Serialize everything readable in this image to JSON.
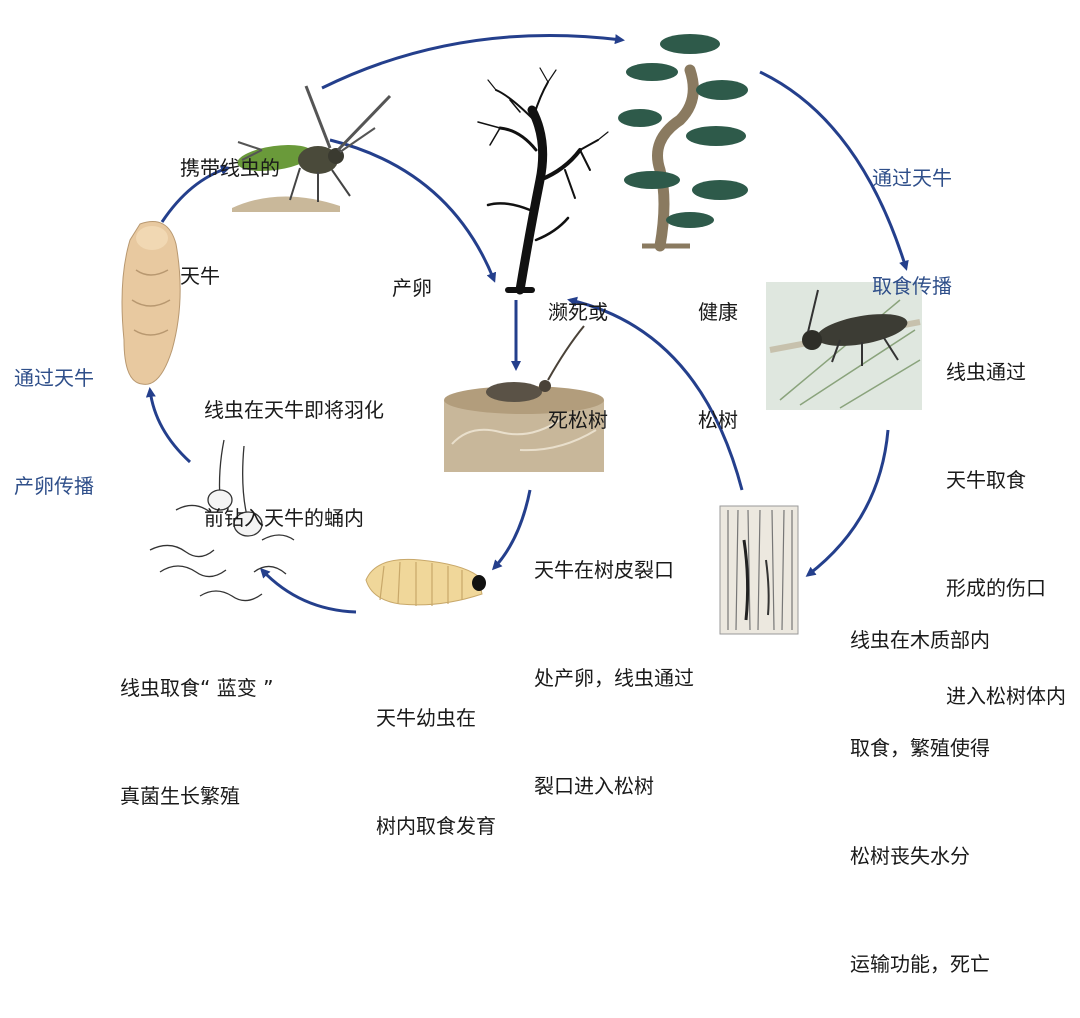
{
  "colors": {
    "arrow": "#243f8c",
    "text": "#1a1a1a",
    "blue_text": "#2f4f8a",
    "dead_tree": "#111111",
    "pine_foliage": "#2e5a4a",
    "pine_trunk": "#8a7a60",
    "larva": "#f0d79a",
    "pupa": "#e8c9a0",
    "beetle": "#4a4a3a"
  },
  "labels": {
    "beetle_carrier": [
      "携带线虫的",
      "天牛"
    ],
    "egg_laying": "产卵",
    "dying_tree": [
      "濒死或",
      "死松树"
    ],
    "healthy_tree": [
      "健康",
      "松树"
    ],
    "feeding_spread": [
      "通过天牛",
      "取食传播"
    ],
    "wound_entry": [
      "线虫通过",
      "天牛取食",
      "形成的伤口",
      "进入松树体内"
    ],
    "xylem_feeding": [
      "线虫在木质部内",
      "取食，繁殖使得",
      "松树丧失水分",
      "运输功能，死亡"
    ],
    "bark_crack": [
      "天牛在树皮裂口",
      "处产卵，线虫通过",
      "裂口进入松树"
    ],
    "larva_develop": [
      "天牛幼虫在",
      "树内取食发育"
    ],
    "fungus": [
      "线虫取食“ 蓝变 ”",
      "真菌生长繁殖"
    ],
    "pupa_entry": [
      "线虫在天牛即将羽化",
      "前钻入天牛的蛹内"
    ],
    "oviposition_spread": [
      "通过天牛",
      "产卵传播"
    ]
  },
  "icons": [
    "adult-beetle-icon",
    "dead-pine-icon",
    "healthy-pine-icon",
    "feeding-beetle-icon",
    "beetle-on-log-icon",
    "xylem-wood-icon",
    "larva-icon",
    "nematode-fungus-icon",
    "pupa-icon"
  ]
}
